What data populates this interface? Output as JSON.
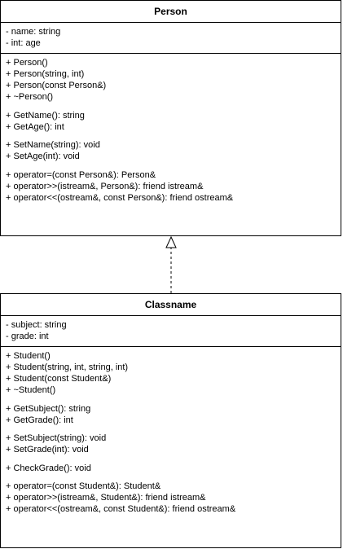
{
  "person": {
    "title": "Person",
    "attributes": [
      "- name: string",
      "- int: age"
    ],
    "method_groups": [
      [
        "+ Person()",
        "+ Person(string, int)",
        "+ Person(const Person&)",
        "+ ~Person()"
      ],
      [
        "+ GetName(): string",
        "+ GetAge(): int"
      ],
      [
        "+ SetName(string): void",
        "+ SetAge(int): void"
      ],
      [
        "+ operator=(const Person&): Person&",
        "+ operator>>(istream&, Person&): friend istream&",
        "+ operator<<(ostream&, const Person&): friend ostream&"
      ]
    ]
  },
  "student": {
    "title": "Classname",
    "attributes": [
      "- subject: string",
      "- grade: int"
    ],
    "method_groups": [
      [
        "+ Student()",
        "+ Student(string, int, string, int)",
        "+ Student(const Student&)",
        "+ ~Student()"
      ],
      [
        "+ GetSubject(): string",
        "+ GetGrade(): int"
      ],
      [
        "+ SetSubject(string): void",
        "+ SetGrade(int): void"
      ],
      [
        "+ CheckGrade(): void"
      ],
      [
        "+ operator=(const Student&): Student&",
        "+ operator>>(istream&, Student&): friend istream&",
        "+ operator<<(ostream&, const Student&): friend ostream&"
      ]
    ]
  },
  "relationship": {
    "type": "realization",
    "style": "dashed",
    "arrowhead": "hollow-triangle"
  },
  "colors": {
    "stroke": "#000000",
    "background": "#ffffff"
  }
}
